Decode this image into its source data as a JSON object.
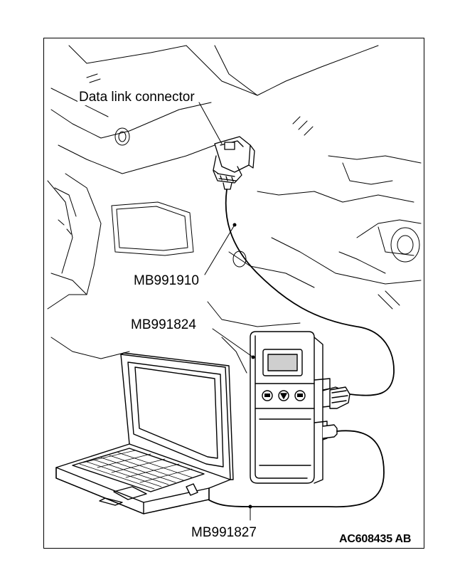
{
  "labels": {
    "data_link_connector": "Data link connector",
    "mb991910": "MB991910",
    "mb991824": "MB991824",
    "mb991827": "MB991827",
    "figure_id": "AC608435 AB"
  },
  "colors": {
    "line": "#000000",
    "background": "#ffffff",
    "screen_fill": "#cfcfcf"
  }
}
